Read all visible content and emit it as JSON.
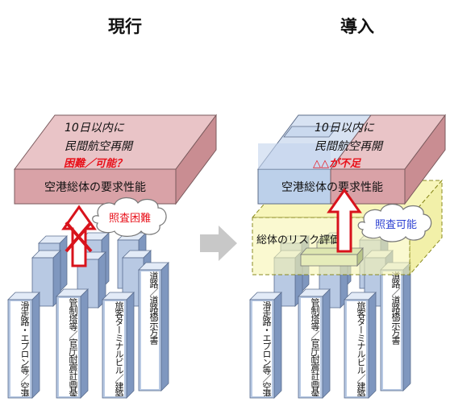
{
  "headings": {
    "left": "現行",
    "right": "導入"
  },
  "left": {
    "top_face": {
      "line1": "10日以内に",
      "line2": "民間航空再開",
      "status": "困難／可能？"
    },
    "front_label": "空港総体の要求性能",
    "check_label": "照査困難"
  },
  "right": {
    "top_face": {
      "line1": "10日以内に",
      "line2": "民間航空再開",
      "status": "△△が不足"
    },
    "front_label": "空港総体の要求性能",
    "risk_label": "総体のリスク評価",
    "check_label": "照査可能"
  },
  "standards": {
    "airfield": "滑走路・エプロン等／空港土木設置基準",
    "control_tower": "管制塔等／官庁耐震計画基準",
    "terminal": "旅客ターミナルビル／建築基準法",
    "road": "道路／道路橋示方書"
  },
  "colors": {
    "box_top_pink": "#e9c4c7",
    "box_front_pink": "#d9a2a7",
    "box_blue": "#bcd0ea",
    "pillar_front": "#b8c9e3",
    "pillar_top": "#e3ebf7",
    "pillar_side": "#7f97bf",
    "risk_yellow": "#f5f3a4",
    "status_red": "#e8101a",
    "arrow_red": "#d8131c",
    "check_blue": "#2b3fd1",
    "transition_arrow": "#c8c8c8"
  }
}
